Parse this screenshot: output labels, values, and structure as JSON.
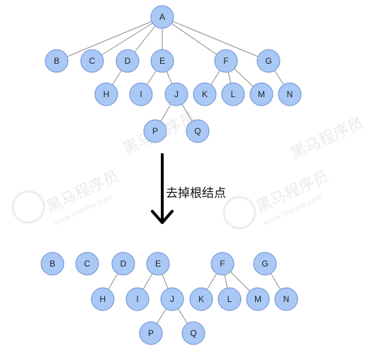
{
  "before_tree": {
    "nodes": [
      "A",
      "B",
      "C",
      "D",
      "E",
      "F",
      "G",
      "H",
      "I",
      "J",
      "K",
      "L",
      "M",
      "N",
      "P",
      "Q"
    ],
    "edges": [
      [
        "A",
        "B"
      ],
      [
        "A",
        "C"
      ],
      [
        "A",
        "D"
      ],
      [
        "A",
        "E"
      ],
      [
        "A",
        "F"
      ],
      [
        "A",
        "G"
      ],
      [
        "D",
        "H"
      ],
      [
        "E",
        "I"
      ],
      [
        "E",
        "J"
      ],
      [
        "F",
        "K"
      ],
      [
        "F",
        "L"
      ],
      [
        "F",
        "M"
      ],
      [
        "G",
        "N"
      ],
      [
        "J",
        "P"
      ],
      [
        "J",
        "Q"
      ]
    ]
  },
  "arrow_caption": "去掉根结点",
  "after_tree": {
    "nodes": [
      "B",
      "C",
      "D",
      "E",
      "F",
      "G",
      "H",
      "I",
      "J",
      "K",
      "L",
      "M",
      "N",
      "P",
      "Q"
    ],
    "edges": [
      [
        "D",
        "H"
      ],
      [
        "E",
        "I"
      ],
      [
        "E",
        "J"
      ],
      [
        "F",
        "K"
      ],
      [
        "F",
        "L"
      ],
      [
        "F",
        "M"
      ],
      [
        "G",
        "N"
      ],
      [
        "J",
        "P"
      ],
      [
        "J",
        "Q"
      ]
    ]
  },
  "watermark": {
    "brand": "黑马程序员",
    "site": "www.itheima.com"
  },
  "colors": {
    "node_fill": "#a9c8f5",
    "node_stroke": "#6c8fcf",
    "edge": "#8a8a8a",
    "arrow": "#000000"
  }
}
